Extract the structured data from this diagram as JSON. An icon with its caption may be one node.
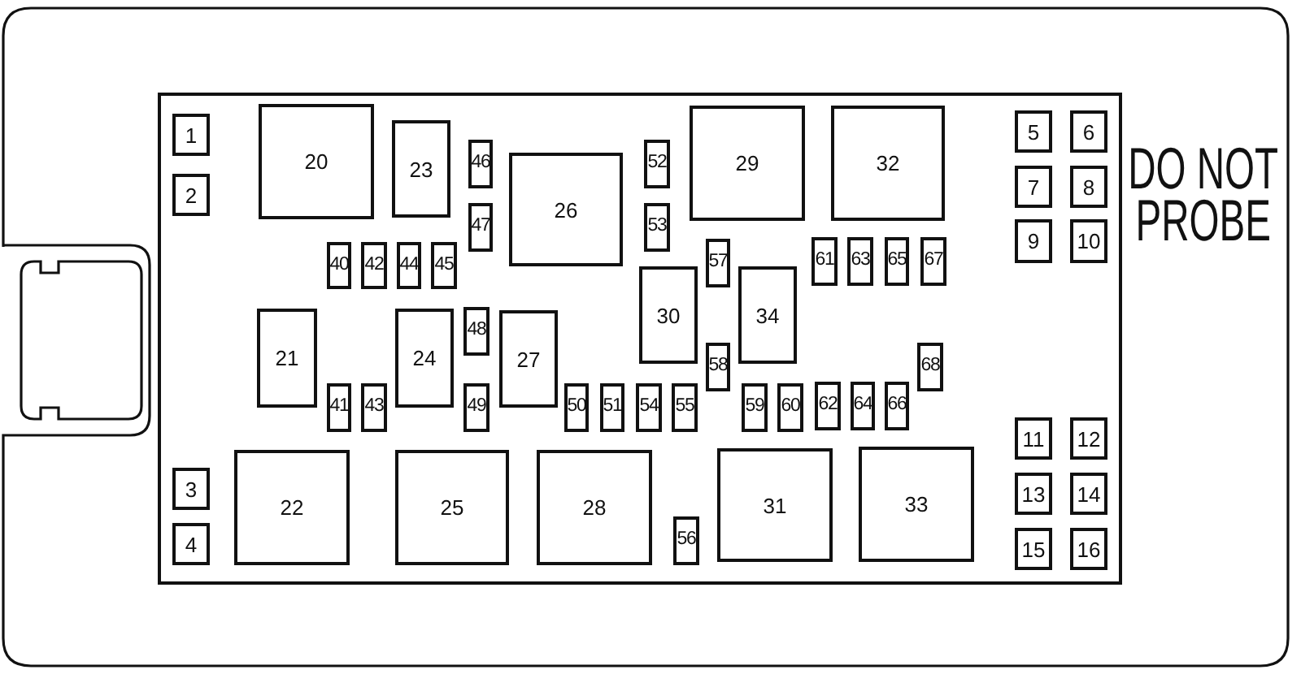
{
  "diagram": {
    "nodes": [
      {
        "text": [
          "1"
        ]
      },
      {
        "text": [
          "20"
        ]
      },
      {
        "text": [
          "23"
        ]
      },
      {
        "text": [
          "46"
        ]
      },
      {
        "text": [
          "26"
        ]
      },
      {
        "text": [
          "52"
        ]
      },
      {
        "text": [
          "29"
        ]
      },
      {
        "text": [
          "32"
        ]
      },
      {
        "text": [
          "5"
        ]
      },
      {
        "text": [
          "6"
        ]
      },
      {
        "text": [
          "2"
        ]
      },
      {
        "text": [
          "47"
        ]
      },
      {
        "text": [
          "53"
        ]
      },
      {
        "text": [
          "7"
        ]
      },
      {
        "text": [
          "8"
        ]
      },
      {
        "text": [
          "40"
        ]
      },
      {
        "text": [
          "42"
        ]
      },
      {
        "text": [
          "44"
        ]
      },
      {
        "text": [
          "45"
        ]
      },
      {
        "text": [
          "57"
        ]
      },
      {
        "text": [
          "61"
        ]
      },
      {
        "text": [
          "63"
        ]
      },
      {
        "text": [
          "65"
        ]
      },
      {
        "text": [
          "67"
        ]
      },
      {
        "text": [
          "9"
        ]
      },
      {
        "text": [
          "10"
        ]
      },
      {
        "text": [
          "30"
        ]
      },
      {
        "text": [
          "34"
        ]
      },
      {
        "text": [
          "21"
        ]
      },
      {
        "text": [
          "24"
        ]
      },
      {
        "text": [
          "48"
        ]
      },
      {
        "text": [
          "27"
        ]
      },
      {
        "text": [
          "58"
        ]
      },
      {
        "text": [
          "68"
        ]
      },
      {
        "text": [
          "41"
        ]
      },
      {
        "text": [
          "43"
        ]
      },
      {
        "text": [
          "49"
        ]
      },
      {
        "text": [
          "50"
        ]
      },
      {
        "text": [
          "51"
        ]
      },
      {
        "text": [
          "54"
        ]
      },
      {
        "text": [
          "55"
        ]
      },
      {
        "text": [
          "59"
        ]
      },
      {
        "text": [
          "60"
        ]
      },
      {
        "text": [
          "62"
        ]
      },
      {
        "text": [
          "64"
        ]
      },
      {
        "text": [
          "66"
        ]
      },
      {
        "text": [
          "11"
        ]
      },
      {
        "text": [
          "12"
        ]
      },
      {
        "text": [
          "3"
        ]
      },
      {
        "text": [
          "22"
        ]
      },
      {
        "text": [
          "25"
        ]
      },
      {
        "text": [
          "28"
        ]
      },
      {
        "text": [
          "31"
        ]
      },
      {
        "text": [
          "33"
        ]
      },
      {
        "text": [
          "13"
        ]
      },
      {
        "text": [
          "14"
        ]
      },
      {
        "text": [
          "4"
        ]
      },
      {
        "text": [
          "56"
        ]
      },
      {
        "text": [
          "15"
        ]
      },
      {
        "text": [
          "16"
        ]
      }
    ],
    "labels": [
      "DO NOT PROBE"
    ]
  }
}
